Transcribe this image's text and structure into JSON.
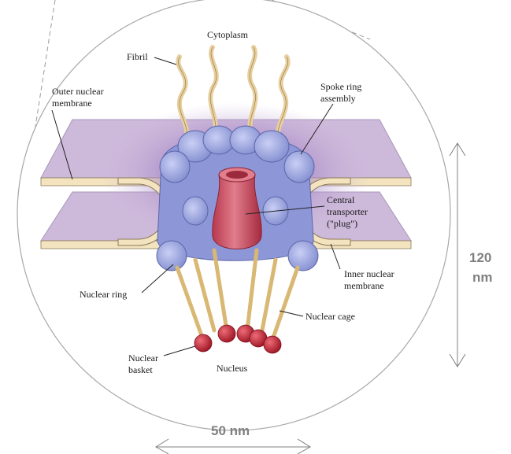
{
  "labels": {
    "cytoplasm": "Cytoplasm",
    "fibril": "Fibril",
    "outer_membrane_1": "Outer nuclear",
    "outer_membrane_2": "membrane",
    "spoke_ring_1": "Spoke ring",
    "spoke_ring_2": "assembly",
    "central_1": "Central",
    "central_2": "transporter",
    "central_3": "(\"plug\")",
    "inner_membrane_1": "Inner nuclear",
    "inner_membrane_2": "membrane",
    "nuclear_ring": "Nuclear ring",
    "nuclear_cage": "Nuclear cage",
    "nuclear_basket_1": "Nuclear",
    "nuclear_basket_2": "basket",
    "nucleus": "Nucleus"
  },
  "dimensions": {
    "height_value": "120",
    "height_unit": "nm",
    "width": "50 nm"
  },
  "colors": {
    "membrane_fill": "#cdb9da",
    "membrane_edge": "#f3e3bf",
    "ring_blue": "#8d97d8",
    "plug_red": "#cc5467",
    "knob_red": "#b8212f",
    "fibril": "#e8cf9e"
  }
}
